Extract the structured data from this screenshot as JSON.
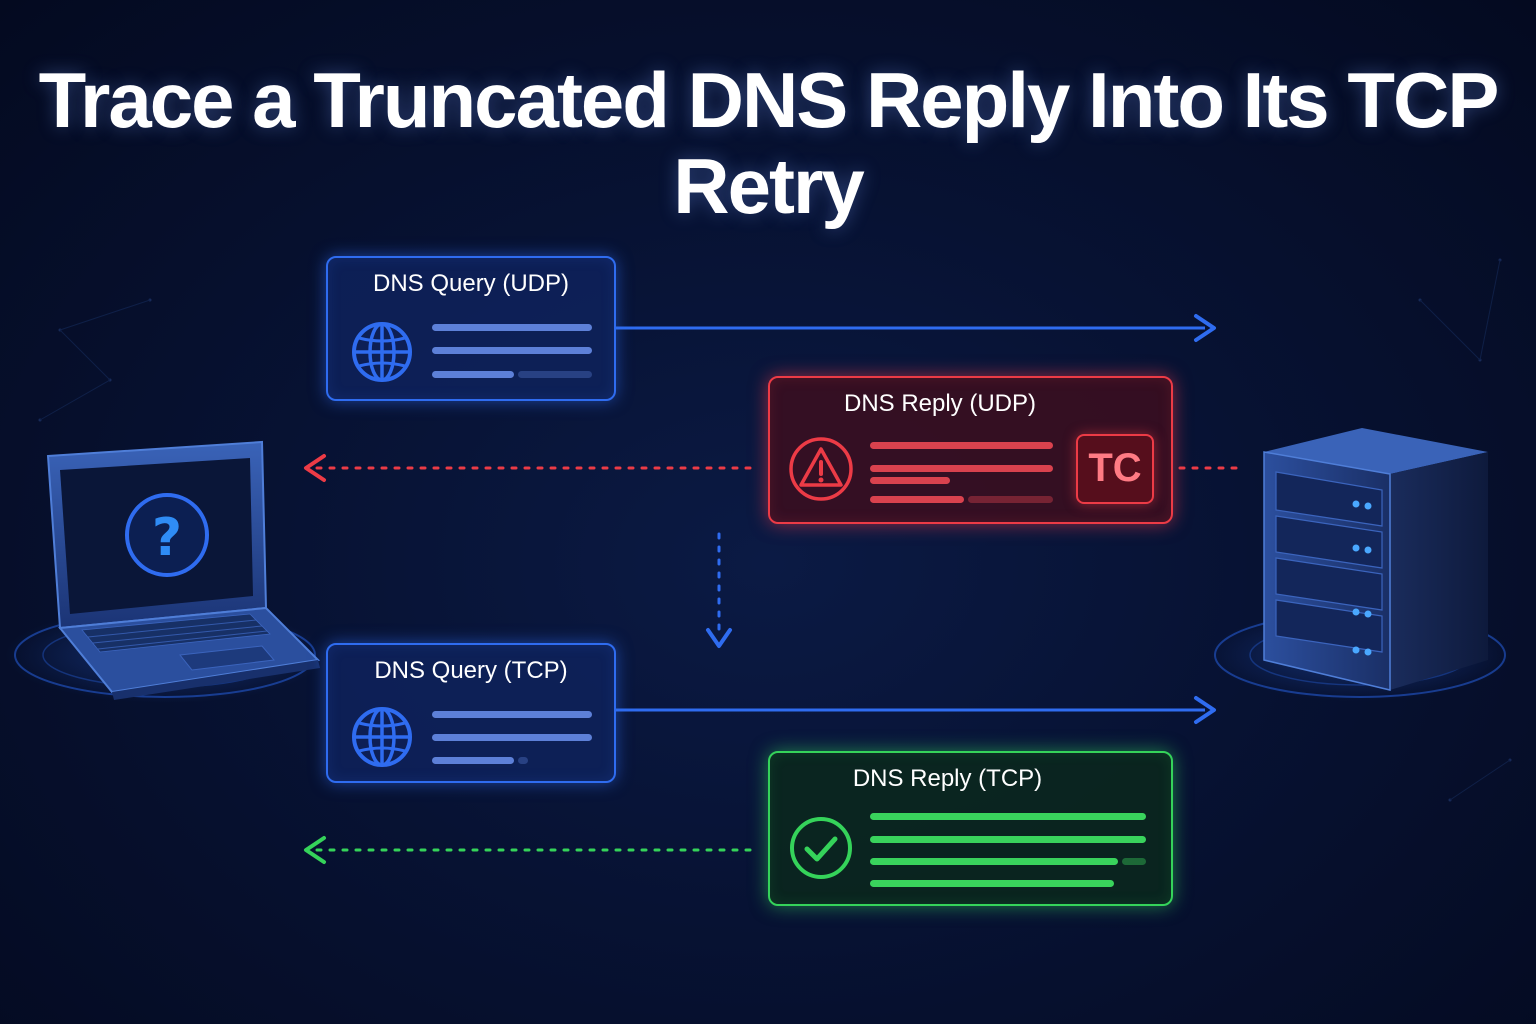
{
  "title": "Trace a Truncated DNS Reply Into Its TCP Retry",
  "nodes": {
    "client": {
      "icon": "laptop-icon",
      "screen_icon": "question-mark-icon"
    },
    "server": {
      "icon": "server-rack-icon"
    }
  },
  "messages": [
    {
      "id": "query-udp",
      "label": "DNS Query (UDP)",
      "icon": "globe-icon",
      "direction": "client-to-server",
      "color": "#2f6cf0"
    },
    {
      "id": "reply-udp",
      "label": "DNS Reply (UDP)",
      "icon": "warning-icon",
      "badge": "TC",
      "direction": "server-to-client",
      "color": "#ec3b46"
    },
    {
      "id": "query-tcp",
      "label": "DNS Query (TCP)",
      "icon": "globe-icon",
      "direction": "client-to-server",
      "color": "#2f6cf0"
    },
    {
      "id": "reply-tcp",
      "label": "DNS Reply (TCP)",
      "icon": "check-circle-icon",
      "direction": "server-to-client",
      "color": "#35d35a"
    }
  ],
  "colors": {
    "background": "#071233",
    "query": "#2f6cf0",
    "truncated": "#ec3b46",
    "success": "#35d35a"
  }
}
